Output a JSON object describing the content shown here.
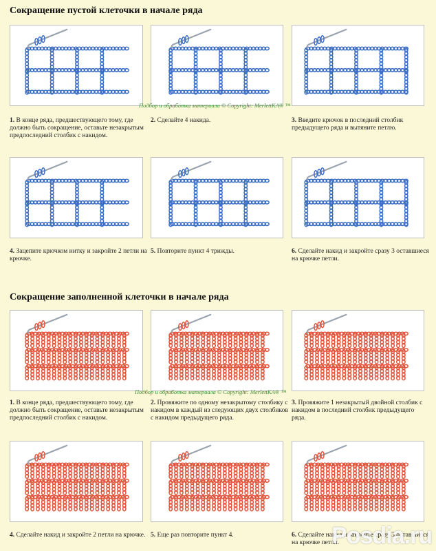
{
  "section1": {
    "title": "Сокращение пустой клеточки в начале ряда",
    "color": "#3d6fc4",
    "copyright": "Подбор и обработка материала © Copyright: MerlettKA® ™",
    "steps": [
      {
        "num": "1.",
        "text": "В конце ряда, предшествующего тому, где должно быть сокращение, оставьте незакрытым предпоследний столбик с накидом."
      },
      {
        "num": "2.",
        "text": "Сделайте 4 накида."
      },
      {
        "num": "3.",
        "text": "Введите крючок в последний столбик предыдущего ряда и вытяните петлю."
      },
      {
        "num": "4.",
        "text": "Зацепите крючком нитку и закройте 2 петли на крючке."
      },
      {
        "num": "5.",
        "text": "Повторите пункт 4 трижды."
      },
      {
        "num": "6.",
        "text": "Сделайте накид и закройте сразу 3 оставшиеся на крючке петли."
      }
    ]
  },
  "section2": {
    "title": "Сокращение заполненной клеточки в начале ряда",
    "color": "#e2553c",
    "copyright": "Подбор и обработка материала © Copyright: MerlettKA® ™",
    "steps": [
      {
        "num": "1.",
        "text": "В конце ряда, предшествующего тому, где должно быть сокращение, оставьте незакрытым предпоследний столбик с накидом."
      },
      {
        "num": "2.",
        "text": "Провяжите по одному незакрытому столбику с накидом в каждый из следующих двух столбиков с накидом предыдущего ряда."
      },
      {
        "num": "3.",
        "text": "Провяжите 1 незакрытый двойной столбик с накидом в последний столбик предыдущего ряда."
      },
      {
        "num": "4.",
        "text": "Сделайте накид и закройте 2 петли на крючке."
      },
      {
        "num": "5.",
        "text": "Еще раз повторите пункт 4."
      },
      {
        "num": "6.",
        "text": "Сделайте накид и закройте сразу 3 оставшиеся на крючке петли."
      }
    ]
  },
  "watermark": "Posdia.ru"
}
